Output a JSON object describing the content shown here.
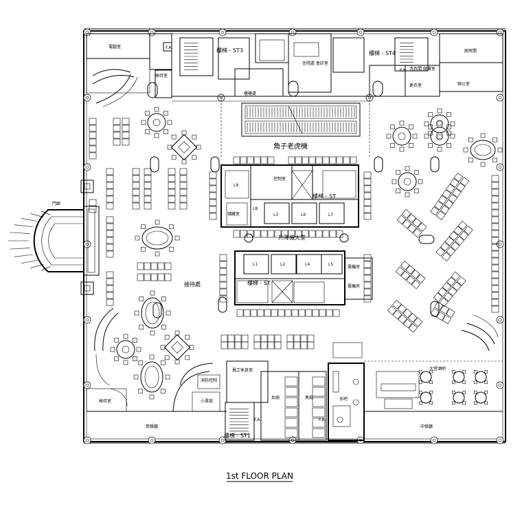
{
  "title": "1st FLOOR PLAN",
  "labels": {
    "room_top_left": "電腦室",
    "waiting_left": "候待室",
    "stair_st3": "樓梯 - ST3",
    "stair_st4": "樓梯 - ST4",
    "room_center_top": "住院處 會診室",
    "room_top_right1": "廚房間",
    "room_top_right2": "更衣室",
    "room_top_right3": "辦公室",
    "room_top_right4": "洗衣間 儲藏室",
    "service_room": "櫃檯處",
    "slot_area": "角子老虎機",
    "elevator_hall": "升降機大堂",
    "control_room": "控制室",
    "gathering": "接待處",
    "vestibule": "門廊",
    "lift_l1": "L1",
    "lift_l2": "L2",
    "lift_l3": "L3",
    "lift_l4": "L4",
    "lift_l5": "L5",
    "lift_l6": "L6",
    "lift_l7": "L7",
    "lift_l8": "L8",
    "lift_l9": "L9",
    "stair_st": "樓梯 - ST",
    "stair_st1": "樓梯 - ST1",
    "electrical": "電機房",
    "electrical2": "電機房",
    "storage_left": "儲藏室",
    "restroom_women": "女廁",
    "restroom_men": "男廁",
    "kitchen": "水吧",
    "bar_area": "大堂酒吧",
    "restaurant": "中餐廳",
    "dining_left": "西餐廳",
    "waiting_bottom": "候待室",
    "fa1": "F.A.",
    "fa2": "F.A.",
    "fa3": "F.A.",
    "fa4": "F.A.",
    "pantry": "員工休息室",
    "fire_room": "消防控制",
    "shop": "小賣部"
  }
}
